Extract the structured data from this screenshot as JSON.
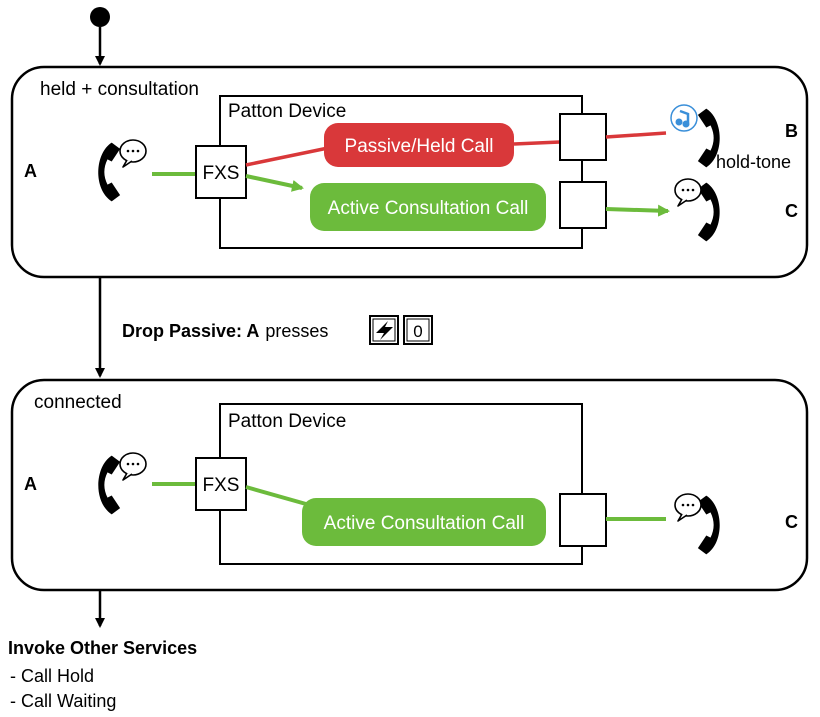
{
  "colors": {
    "green": "#6cbb3c",
    "red": "#d9383a",
    "blue": "#3a8fd9",
    "line": "#000000",
    "white": "#ffffff"
  },
  "state1": {
    "title": "held + consultation",
    "device_label": "Patton Device",
    "fxs_label": "FXS",
    "party_a": "A",
    "party_b": "B",
    "party_c": "C",
    "hold_tone": "hold-tone",
    "passive_call": "Passive/Held Call",
    "active_call": "Active Consultation Call"
  },
  "transition": {
    "bold_label": "Drop Passive: A",
    "verb": "presses",
    "key_symbol": "⚡",
    "key_digit": "0"
  },
  "state2": {
    "title": "connected",
    "device_label": "Patton Device",
    "fxs_label": "FXS",
    "party_a": "A",
    "party_c": "C",
    "active_call": "Active Consultation Call"
  },
  "footer": {
    "heading": "Invoke Other Services",
    "items": [
      "- Call Hold",
      "- Call Waiting"
    ]
  },
  "icons": {
    "phone": "phone-handset-icon",
    "speech": "speech-bubble-icon",
    "music": "music-note-icon",
    "flash": "flash-key-icon"
  }
}
